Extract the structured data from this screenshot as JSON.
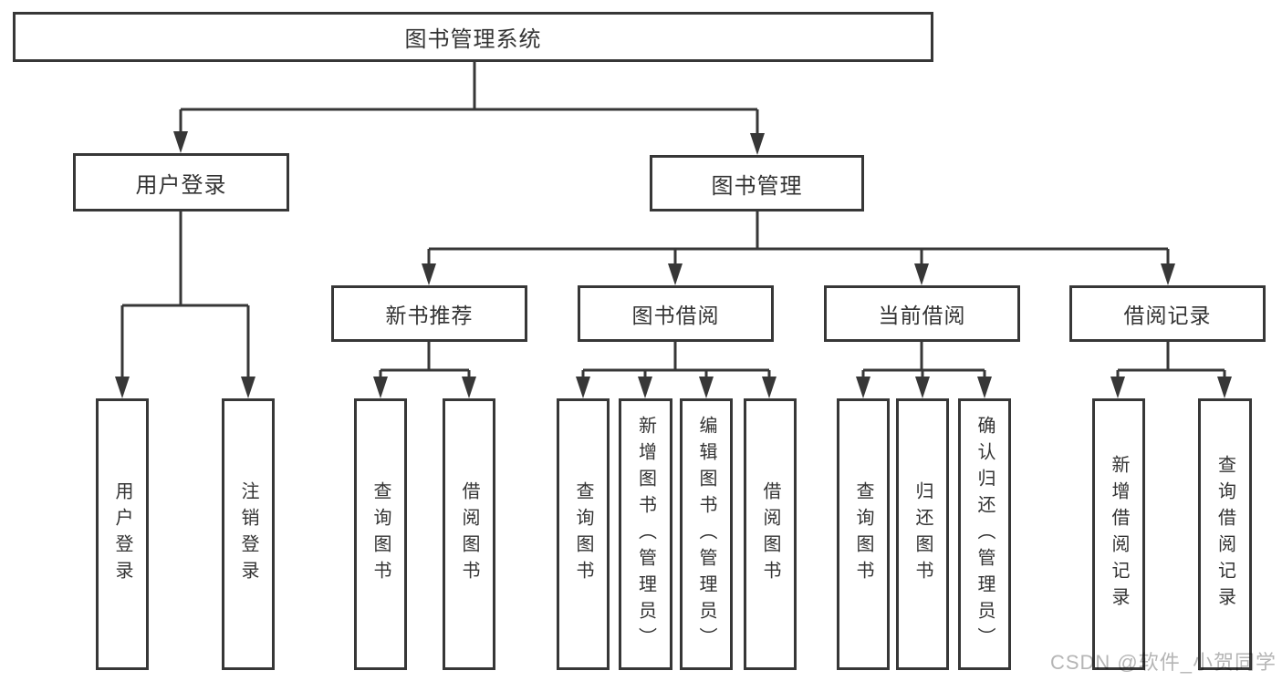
{
  "tree": {
    "label": "图书管理系统",
    "children": [
      {
        "label": "用户登录",
        "children": [
          {
            "label": "用户登录"
          },
          {
            "label": "注销登录"
          }
        ]
      },
      {
        "label": "图书管理",
        "children": [
          {
            "label": "新书推荐",
            "children": [
              {
                "label": "查询图书"
              },
              {
                "label": "借阅图书"
              }
            ]
          },
          {
            "label": "图书借阅",
            "children": [
              {
                "label": "查询图书"
              },
              {
                "label": "新增图书（管理员）"
              },
              {
                "label": "编辑图书（管理员）"
              },
              {
                "label": "借阅图书"
              }
            ]
          },
          {
            "label": "当前借阅",
            "children": [
              {
                "label": "查询图书"
              },
              {
                "label": "归还图书"
              },
              {
                "label": "确认归还（管理员）"
              }
            ]
          },
          {
            "label": "借阅记录",
            "children": [
              {
                "label": "新增借阅记录"
              },
              {
                "label": "查询借阅记录"
              }
            ]
          }
        ]
      }
    ]
  },
  "watermark": {
    "text": "CSDN @软件_小贺同学"
  },
  "colors": {
    "line": "#373737",
    "box_border": "#373737",
    "text": "#333333",
    "watermark": "#b5b5b5",
    "background": "#ffffff"
  }
}
